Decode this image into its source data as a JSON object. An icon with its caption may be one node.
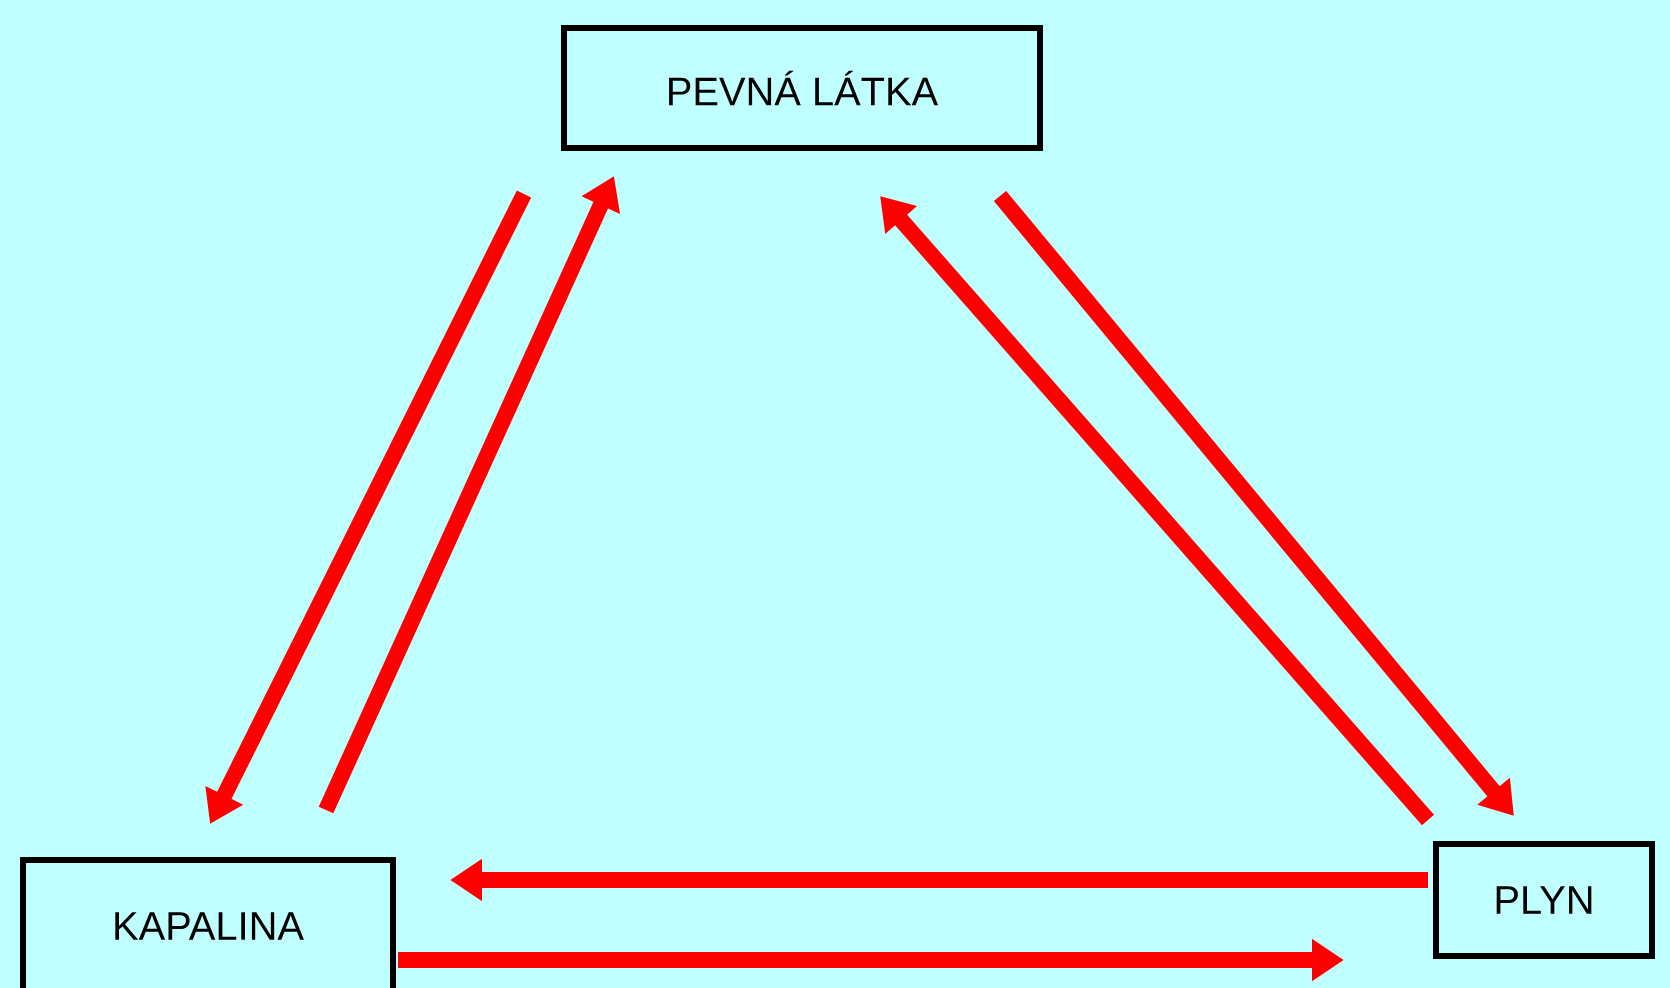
{
  "diagram": {
    "nodes": [
      {
        "text": [
          "PEVNÁ LÁTKA"
        ]
      },
      {
        "text": [
          "KAPALINA"
        ]
      },
      {
        "text": [
          "PLYN"
        ]
      }
    ],
    "edges": [
      {
        "from": 0,
        "to": 1,
        "arrow": "to"
      },
      {
        "from": 1,
        "to": 0,
        "arrow": "to"
      },
      {
        "from": 0,
        "to": 2,
        "arrow": "to"
      },
      {
        "from": 2,
        "to": 0,
        "arrow": "to"
      },
      {
        "from": 2,
        "to": 1,
        "arrow": "to"
      },
      {
        "from": 1,
        "to": 2,
        "arrow": "to"
      }
    ]
  }
}
